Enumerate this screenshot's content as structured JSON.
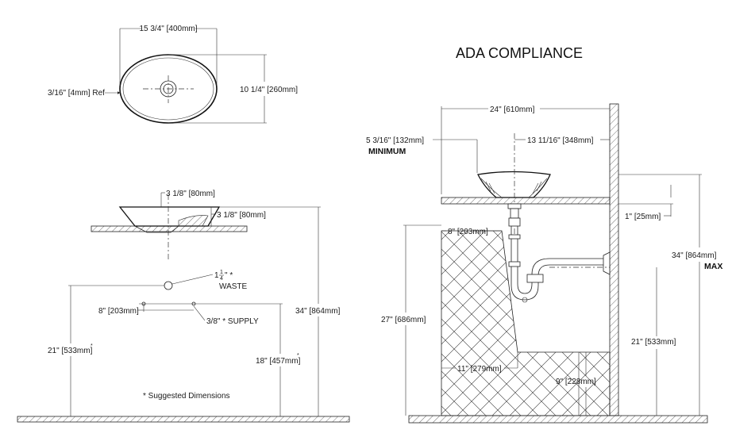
{
  "title": "ADA COMPLIANCE",
  "minimum_label": "MINIMUM",
  "max_label": "MAX",
  "note": "* Suggested Dimensions",
  "dims": {
    "top_width": "15 3/4\" [400mm]",
    "top_depth": "10 1/4\" [260mm]",
    "top_ref": "3/16\" [4mm] Ref",
    "side_bowl_height": "3 1/8\" [80mm]",
    "side_bowl_height2": "3 1/8\" [80mm]",
    "waste_size": "1",
    "waste_frac_num": "1",
    "waste_frac_den": "4",
    "waste_quote": "\" *",
    "waste_label": "WASTE",
    "supply_spacing": "8\" [203mm]",
    "supply_label": "3/8\" * SUPPLY",
    "counter_height_left": "34\" [864mm]",
    "waste_height": "21\" [533mm]",
    "supply_height": "18\" [457mm]",
    "star": "*",
    "ada_width": "24\" [610mm]",
    "ada_overhang": "5 3/16\" [132mm]",
    "ada_center": "13 11/16\" [348mm]",
    "ada_counter_thk": "1\" [25mm]",
    "ada_knee_depth": "8\" [203mm]",
    "ada_knee_height": "27\" [686mm]",
    "ada_counter_height": "34\" [864mm]",
    "ada_trap_height": "21\" [533mm]",
    "ada_toe_depth": "11\" [279mm]",
    "ada_toe_height": "9\" [228mm]"
  }
}
